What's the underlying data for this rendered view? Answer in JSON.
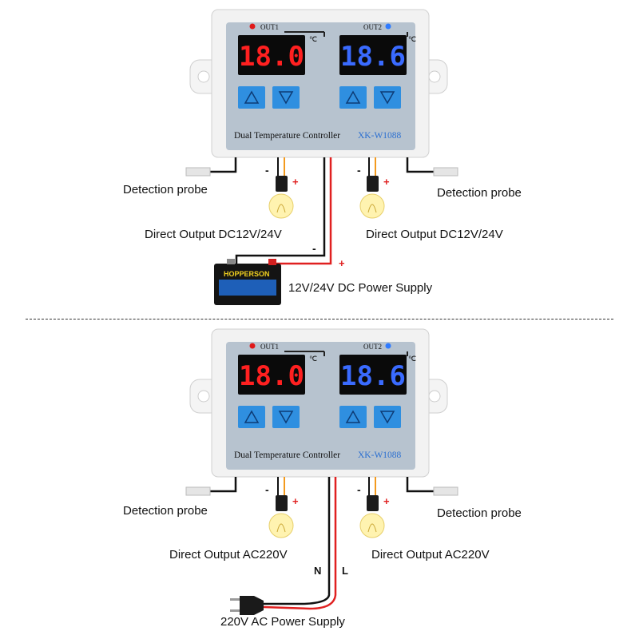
{
  "device": {
    "title": "Dual Temperature Controller",
    "model": "XK-W1088",
    "out1_label": "OUT1",
    "out2_label": "OUT2",
    "unit": "℃",
    "display1_value": "18.0",
    "display2_value": "18.6",
    "display1_color": "#ff2020",
    "display2_color": "#3a6bff"
  },
  "dc_panel": {
    "probe_left": "Detection probe",
    "probe_right": "Detection probe",
    "output_left": "Direct Output DC12V/24V",
    "output_right": "Direct Output DC12V/24V",
    "supply": "12V/24V DC Power Supply",
    "battery_brand": "HOPPERSON"
  },
  "ac_panel": {
    "probe_left": "Detection probe",
    "probe_right": "Detection probe",
    "output_left": "Direct Output AC220V",
    "output_right": "Direct Output AC220V",
    "supply": "220V AC Power Supply",
    "neutral": "N",
    "live": "L"
  },
  "polarity": {
    "minus": "-",
    "plus": "+"
  }
}
